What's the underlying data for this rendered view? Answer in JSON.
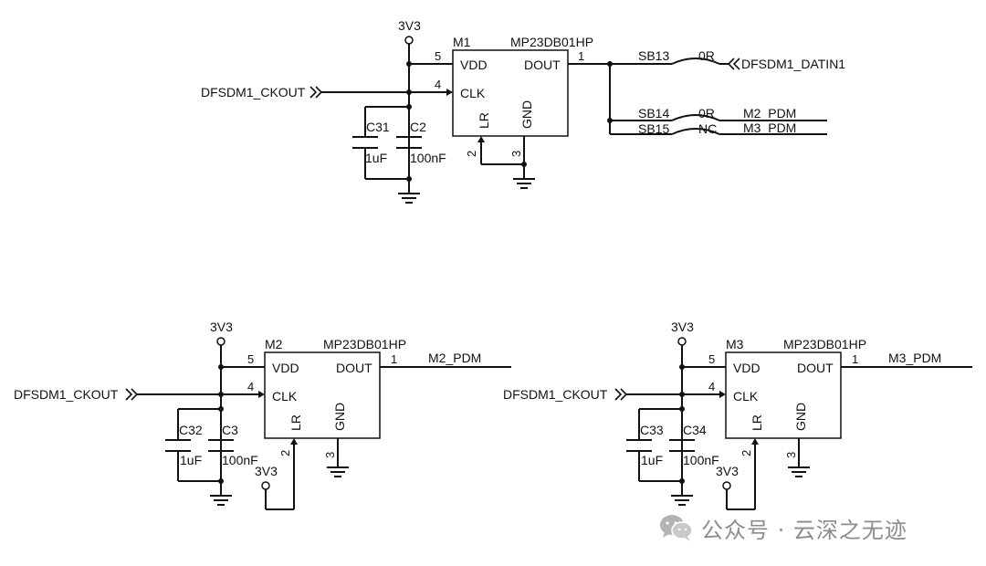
{
  "net": {
    "v33": "3V3",
    "ckout": "DFSDM1_CKOUT",
    "datin": "DFSDM1_DATIN1",
    "m2_pdm": "M2_PDM",
    "m3_pdm": "M3_PDM"
  },
  "pins": {
    "p1": "1",
    "p2": "2",
    "p3": "3",
    "p4": "4",
    "p5": "5"
  },
  "chip": {
    "part": "MP23DB01HP",
    "vdd": "VDD",
    "clk": "CLK",
    "dout": "DOUT",
    "lr": "LR",
    "gnd": "GND"
  },
  "m1": {
    "ref": "M1",
    "c_a": "C31",
    "c_a_val": "1uF",
    "c_b": "C2",
    "c_b_val": "100nF"
  },
  "m2": {
    "ref": "M2",
    "c_a": "C32",
    "c_a_val": "1uF",
    "c_b": "C3",
    "c_b_val": "100nF"
  },
  "m3": {
    "ref": "M3",
    "c_a": "C33",
    "c_a_val": "1uF",
    "c_b": "C34",
    "c_b_val": "100nF"
  },
  "jumpers": {
    "sb13": "SB13",
    "sb13_val": "0R",
    "sb14": "SB14",
    "sb14_val": "0R",
    "sb15": "SB15",
    "sb15_val": "NC"
  },
  "watermark": {
    "text": "公众号 · 云深之无迹",
    "icon": "wechat-icon"
  }
}
